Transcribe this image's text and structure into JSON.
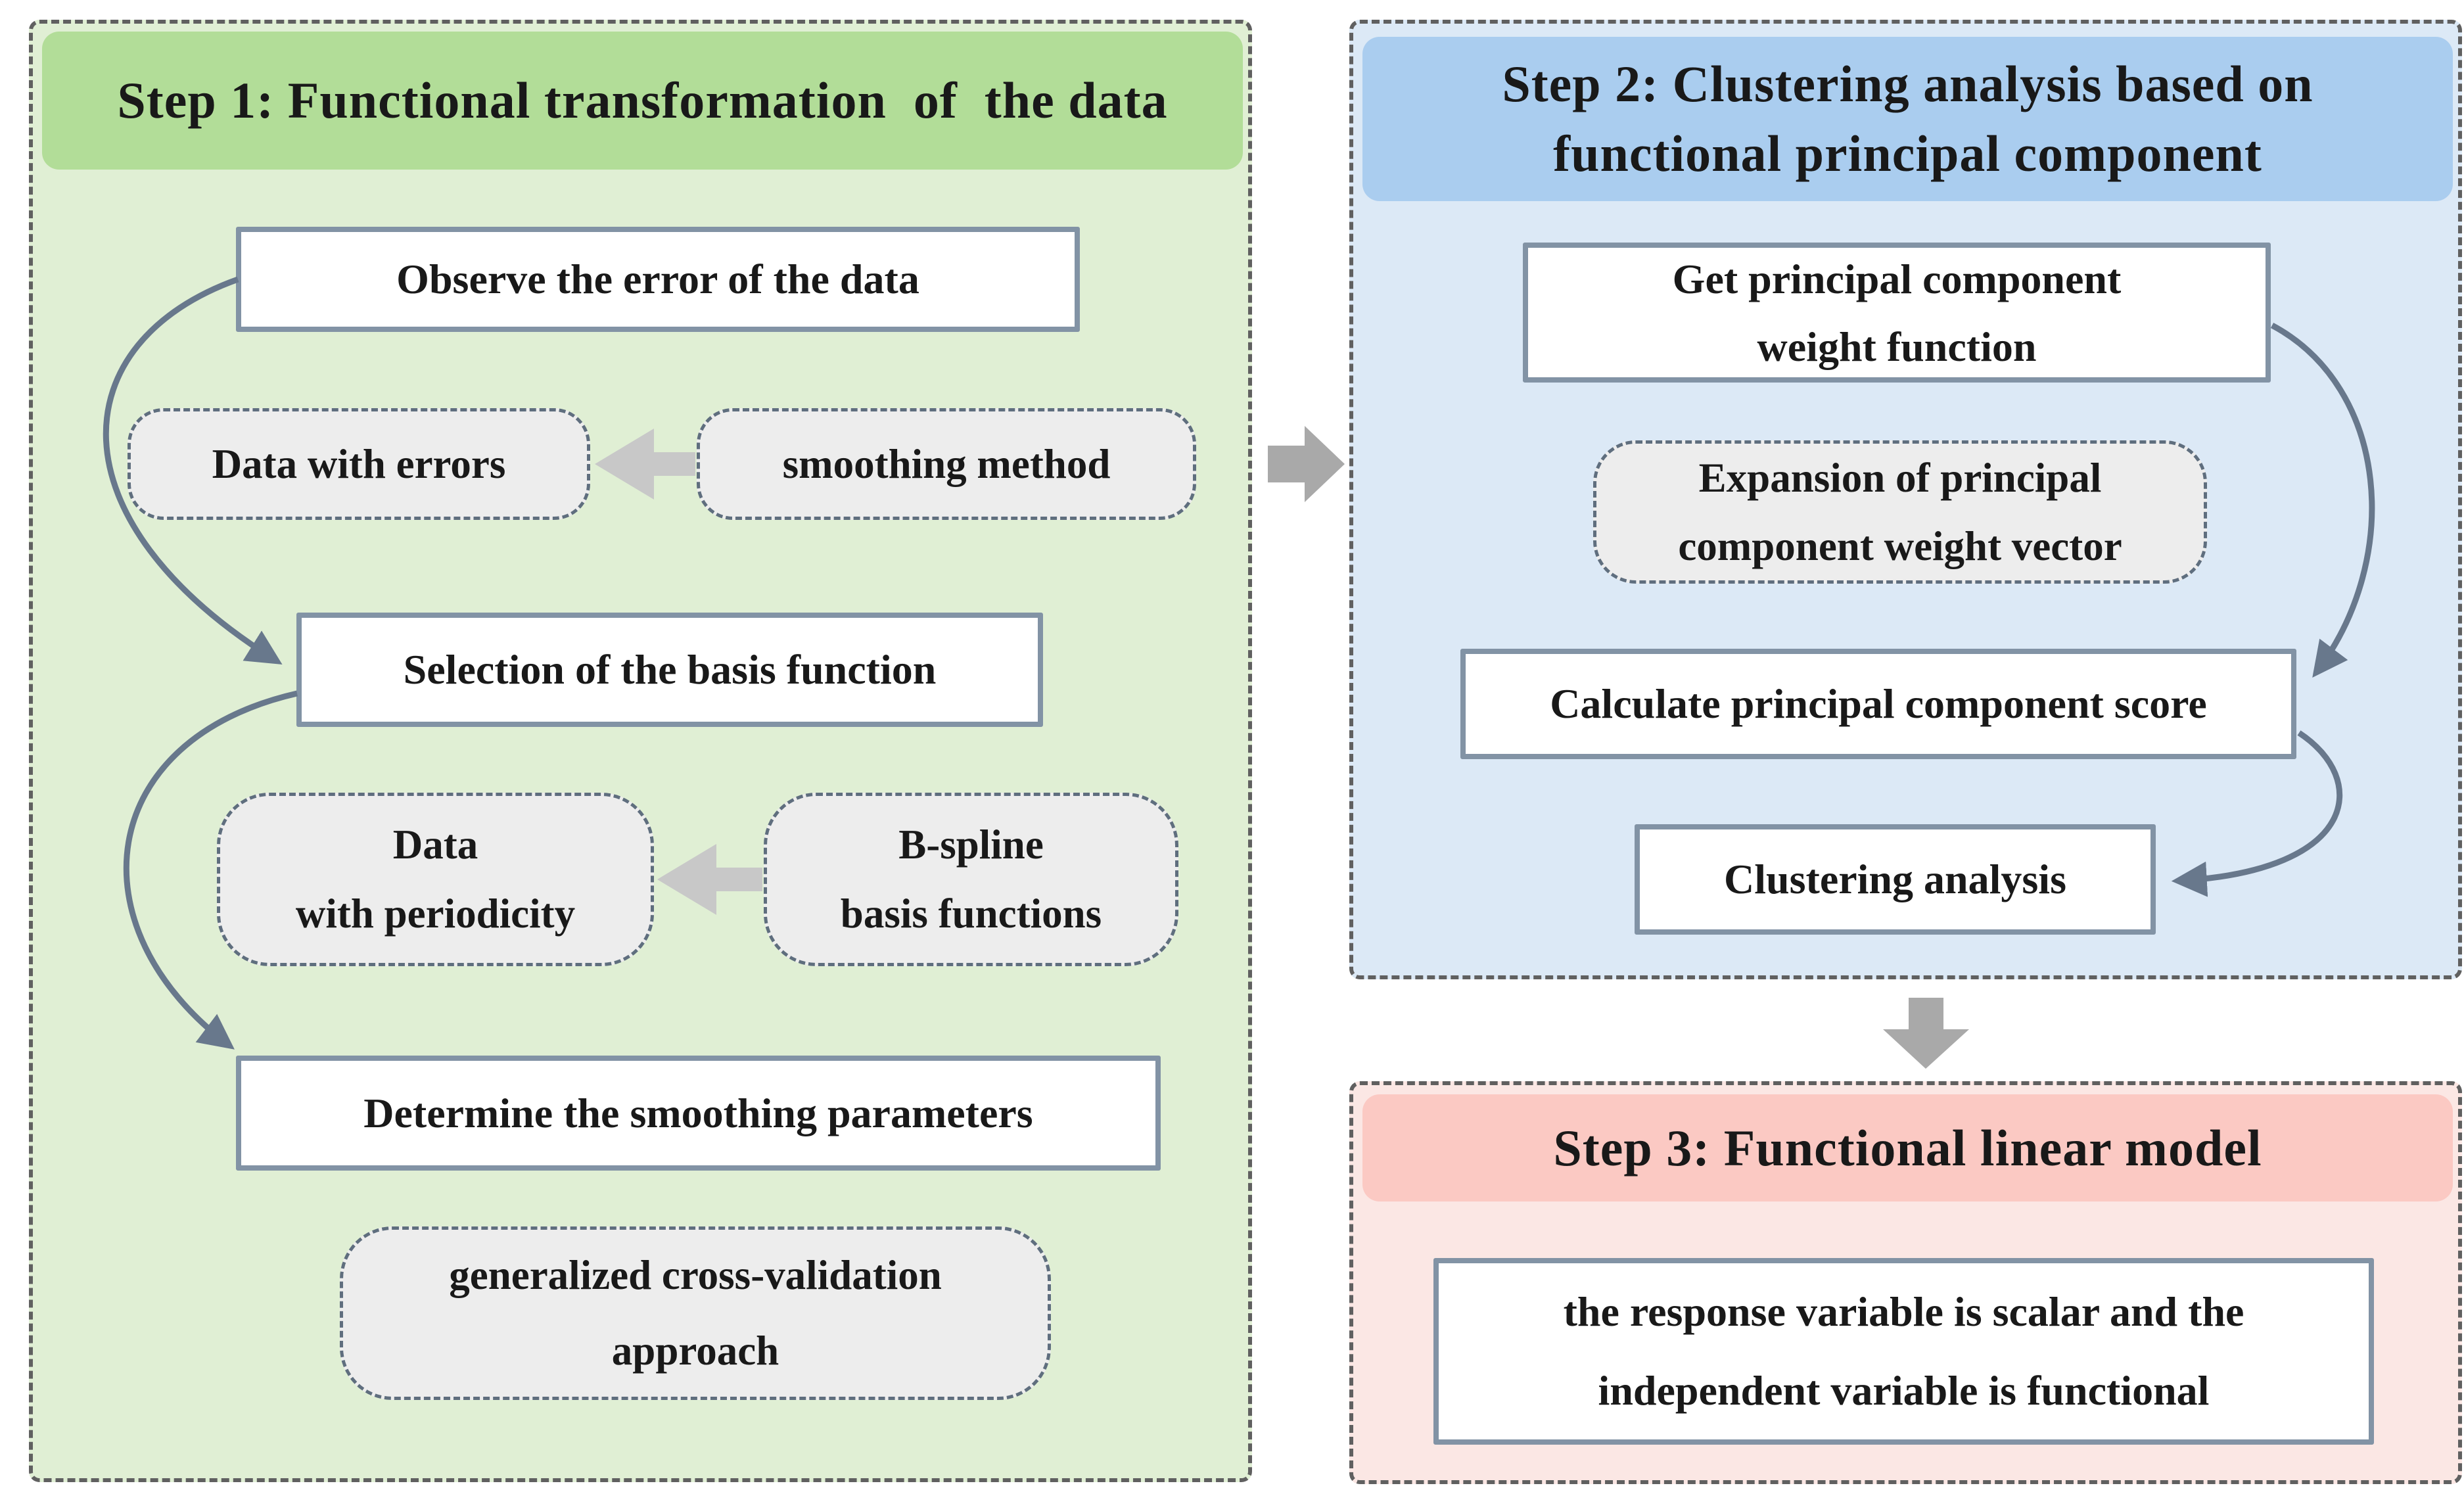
{
  "step1": {
    "title": "Step 1: Functional transformation  of  the data",
    "observe": "Observe the error of the data",
    "data_with_errors": "Data with errors",
    "smoothing_method": "smoothing method",
    "selection_basis": "Selection of the basis function",
    "periodicity_line1": "Data",
    "periodicity_line2": "with periodicity",
    "bspline_line1": "B-spline",
    "bspline_line2": "basis functions",
    "determine": "Determine the smoothing parameters",
    "gcv_line1": "generalized cross-validation",
    "gcv_line2": "approach"
  },
  "step2": {
    "title_line1": "Step 2: Clustering analysis based on",
    "title_line2": "functional principal component",
    "get_pc_line1": "Get principal component",
    "get_pc_line2": "weight function",
    "expansion_line1": "Expansion of principal",
    "expansion_line2": "component weight vector",
    "calc_score": "Calculate principal component score",
    "clustering": "Clustering analysis"
  },
  "step3": {
    "title": "Step 3: Functional linear model",
    "body_line1": "the response variable is scalar and the",
    "body_line2": "independent variable is functional"
  },
  "colors": {
    "step1_header_bg": "#b2dd98",
    "step1_body_bg": "#e0efd4",
    "step2_header_bg": "#aacdef",
    "step2_body_bg": "#dce9f6",
    "step3_header_bg": "#fbc9c3",
    "step3_body_bg": "#fbe7e4",
    "solid_box_border": "#8293a5",
    "dashed_box_bg": "#ededed",
    "dashed_box_border": "#5f6e7e",
    "panel_border": "#606060",
    "flow_arrow": "#68788c",
    "gray_arrow_small": "#c8c8c8",
    "gray_arrow_big": "#a9a9a9",
    "text": "#191919"
  }
}
